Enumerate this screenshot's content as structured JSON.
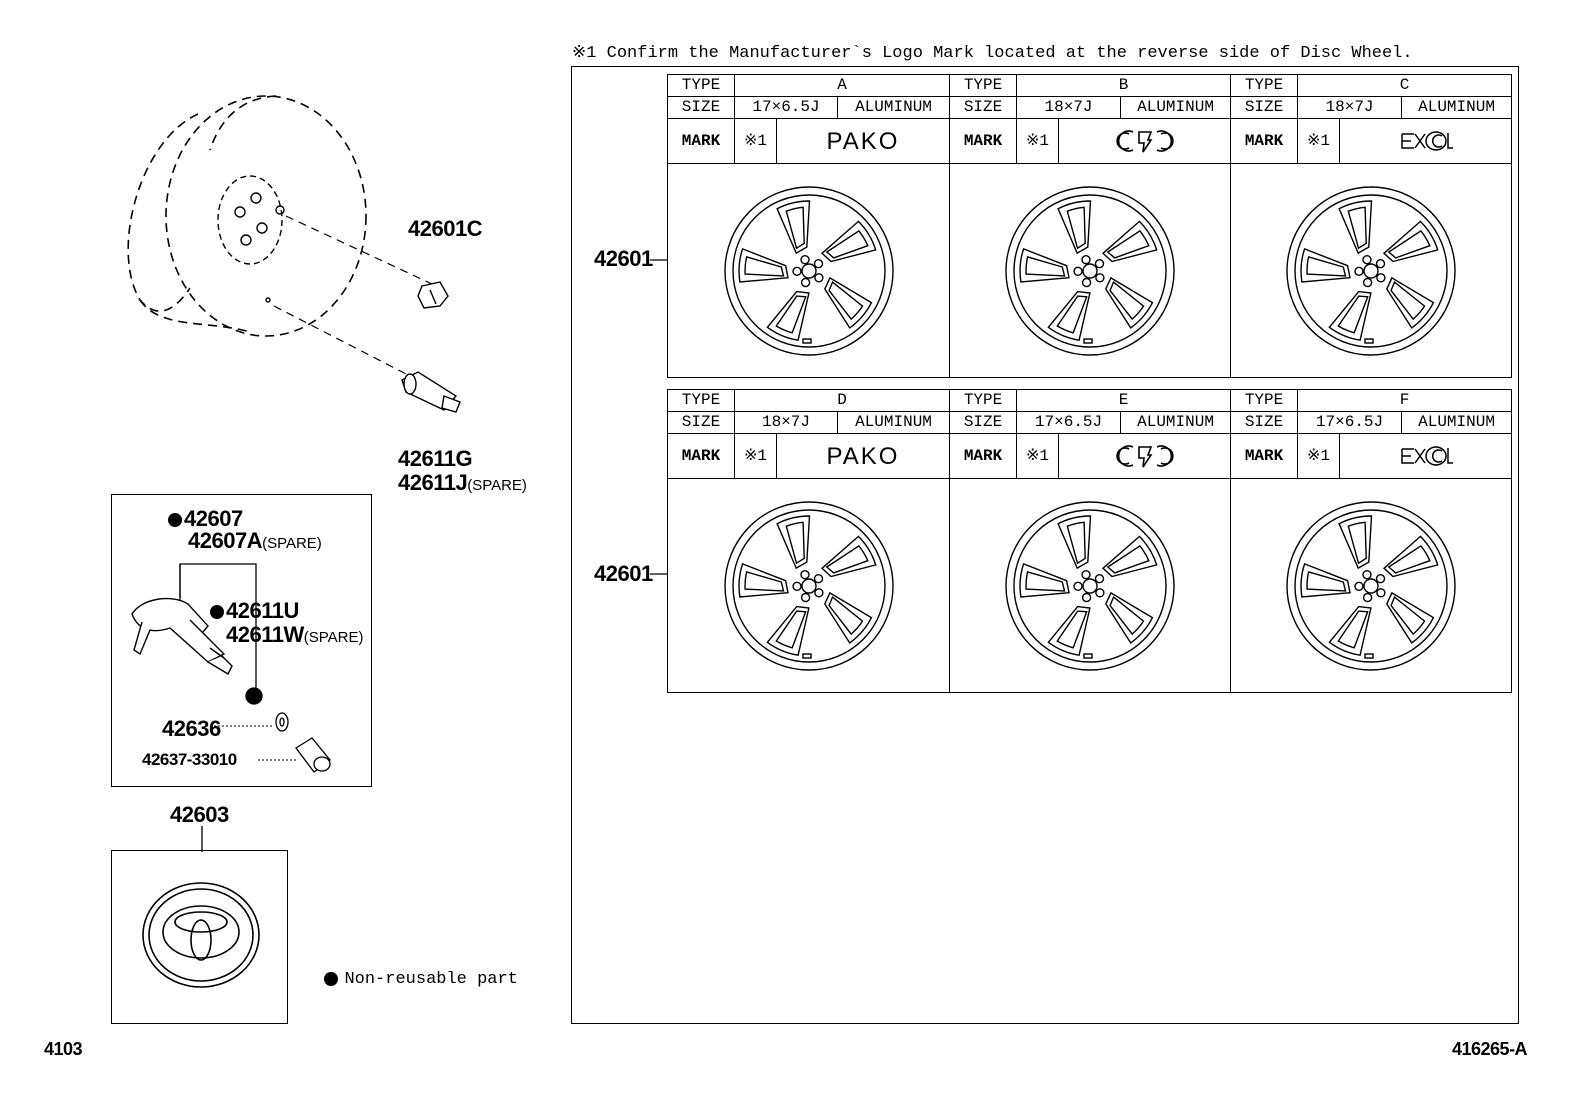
{
  "note_top": "※1  Confirm the Manufacturer`s Logo Mark located at the reverse side of Disc Wheel.",
  "labels": {
    "p42601c": "42601C",
    "p42611g": "42611G",
    "p42611j": "42611J",
    "p42611j_note": "(SPARE)",
    "p42607": "42607",
    "p42607a": "42607A",
    "p42607a_note": "(SPARE)",
    "p42611u": "42611U",
    "p42611w": "42611W",
    "p42611w_note": "(SPARE)",
    "p42636": "42636",
    "p42637": "42637-33010",
    "p42603": "42603",
    "p42601_a": "42601",
    "p42601_b": "42601"
  },
  "legend": {
    "text": "Non-reusable part"
  },
  "footer": {
    "left": "4103",
    "right": "416265-A"
  },
  "table": {
    "headers": {
      "type": "TYPE",
      "size": "SIZE",
      "mark": "MARK",
      "ref": "※1"
    },
    "wheels": [
      {
        "type": "A",
        "size": "17×6.5J",
        "material": "ALUMINUM",
        "mark": "PAKO",
        "mark_icon": "pako-logo"
      },
      {
        "type": "B",
        "size": "18×7J",
        "material": "ALUMINUM",
        "mark": "",
        "mark_icon": "bridgestone-style-logo"
      },
      {
        "type": "C",
        "size": "18×7J",
        "material": "ALUMINUM",
        "mark": "",
        "mark_icon": "excel-logo"
      },
      {
        "type": "D",
        "size": "18×7J",
        "material": "ALUMINUM",
        "mark": "PAKO",
        "mark_icon": "pako-logo"
      },
      {
        "type": "E",
        "size": "17×6.5J",
        "material": "ALUMINUM",
        "mark": "",
        "mark_icon": "bridgestone-style-logo"
      },
      {
        "type": "F",
        "size": "17×6.5J",
        "material": "ALUMINUM",
        "mark": "",
        "mark_icon": "excel-logo"
      }
    ]
  }
}
